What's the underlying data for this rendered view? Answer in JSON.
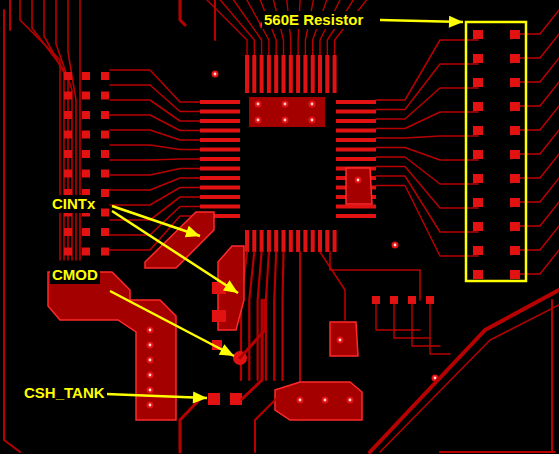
{
  "diagram": {
    "labels": [
      "560E Resistor",
      "CINTx",
      "CMOD",
      "CSH_TANK"
    ]
  }
}
